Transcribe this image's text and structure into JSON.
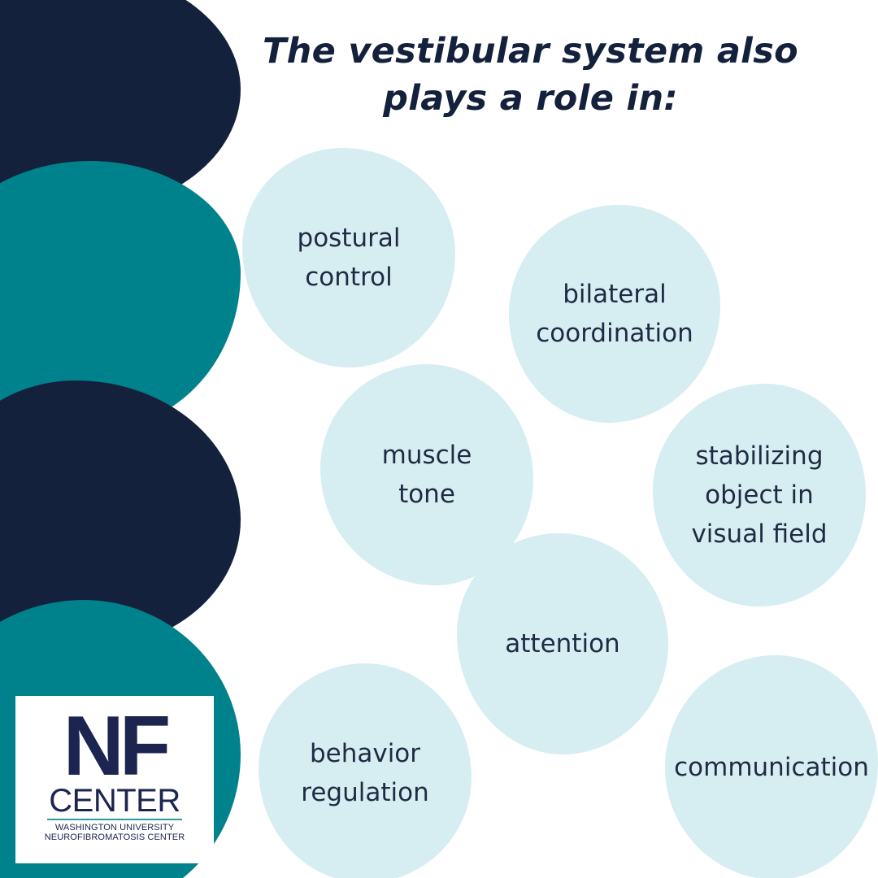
{
  "title": {
    "line1": "The vestibular system also",
    "line2": "plays a role in:"
  },
  "topics": [
    {
      "lines": [
        "postural",
        "control"
      ]
    },
    {
      "lines": [
        "bilateral",
        "coordination"
      ]
    },
    {
      "lines": [
        "muscle",
        "tone"
      ]
    },
    {
      "lines": [
        "stabilizing",
        "object in",
        "visual field"
      ]
    },
    {
      "lines": [
        "attention"
      ]
    },
    {
      "lines": [
        "behavior",
        "regulation"
      ]
    },
    {
      "lines": [
        "communication"
      ]
    }
  ],
  "logo": {
    "mark": "NF",
    "center": "CENTER",
    "line1": "WASHINGTON UNIVERSITY",
    "line2": "NEUROFIBROMATOSIS CENTER"
  },
  "colors": {
    "navy": "#14213d",
    "teal": "#00828c",
    "bubble": "#d6eef1",
    "text": "#1f2a44",
    "logo_navy": "#1b2550",
    "logo_rule": "#2a9aa3"
  }
}
